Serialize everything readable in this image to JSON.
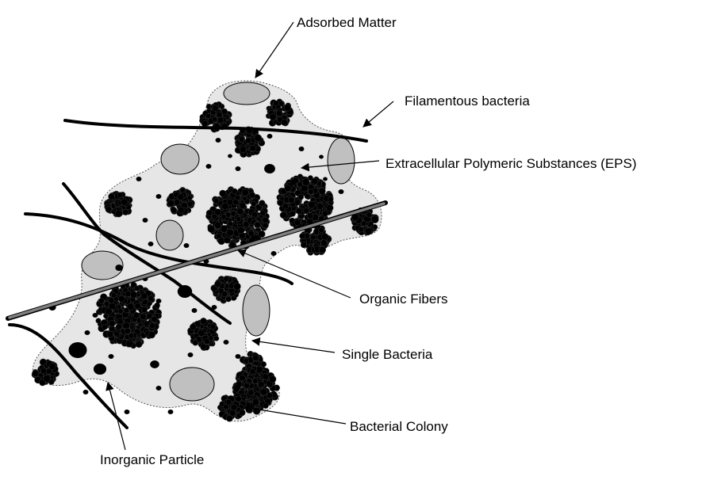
{
  "labels": {
    "adsorbed_matter": "Adsorbed Matter",
    "filamentous_bacteria": "Filamentous bacteria",
    "eps": "Extracellular Polymeric Substances (EPS)",
    "organic_fibers": "Organic Fibers",
    "single_bacteria": "Single Bacteria",
    "bacterial_colony": "Bacterial Colony",
    "inorganic_particle": "Inorganic Particle"
  },
  "colors": {
    "floc_fill": "#e6e6e6",
    "particle_fill": "#c0c0c0",
    "fiber": "#808080",
    "ink": "#000000"
  }
}
